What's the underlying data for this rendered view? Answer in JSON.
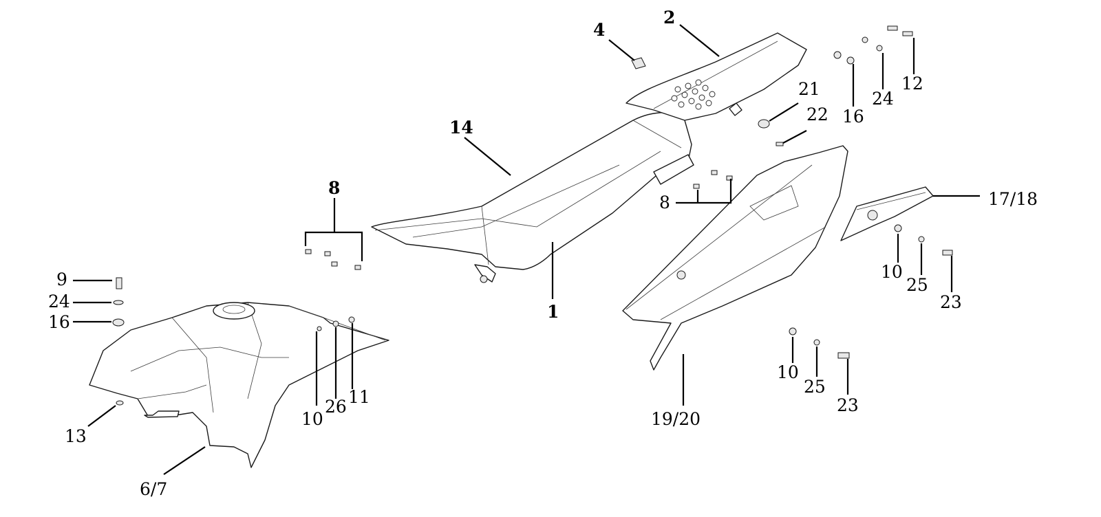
{
  "callouts": {
    "c1": "1",
    "c2": "2",
    "c4": "4",
    "c14": "14",
    "c8_left": "8",
    "c8_right": "8",
    "c21": "21",
    "c22": "22",
    "c16_top": "16",
    "c24_top": "24",
    "c12": "12",
    "c17_18": "17/18",
    "c10_right": "10",
    "c25_right": "25",
    "c23_right": "23",
    "c10_bottom": "10",
    "c25_bottom": "25",
    "c23_bottom": "23",
    "c19_20": "19/20",
    "c9": "9",
    "c24_left": "24",
    "c16_left": "16",
    "c13": "13",
    "c6_7": "6/7",
    "c10_tank": "10",
    "c26": "26",
    "c11": "11"
  }
}
